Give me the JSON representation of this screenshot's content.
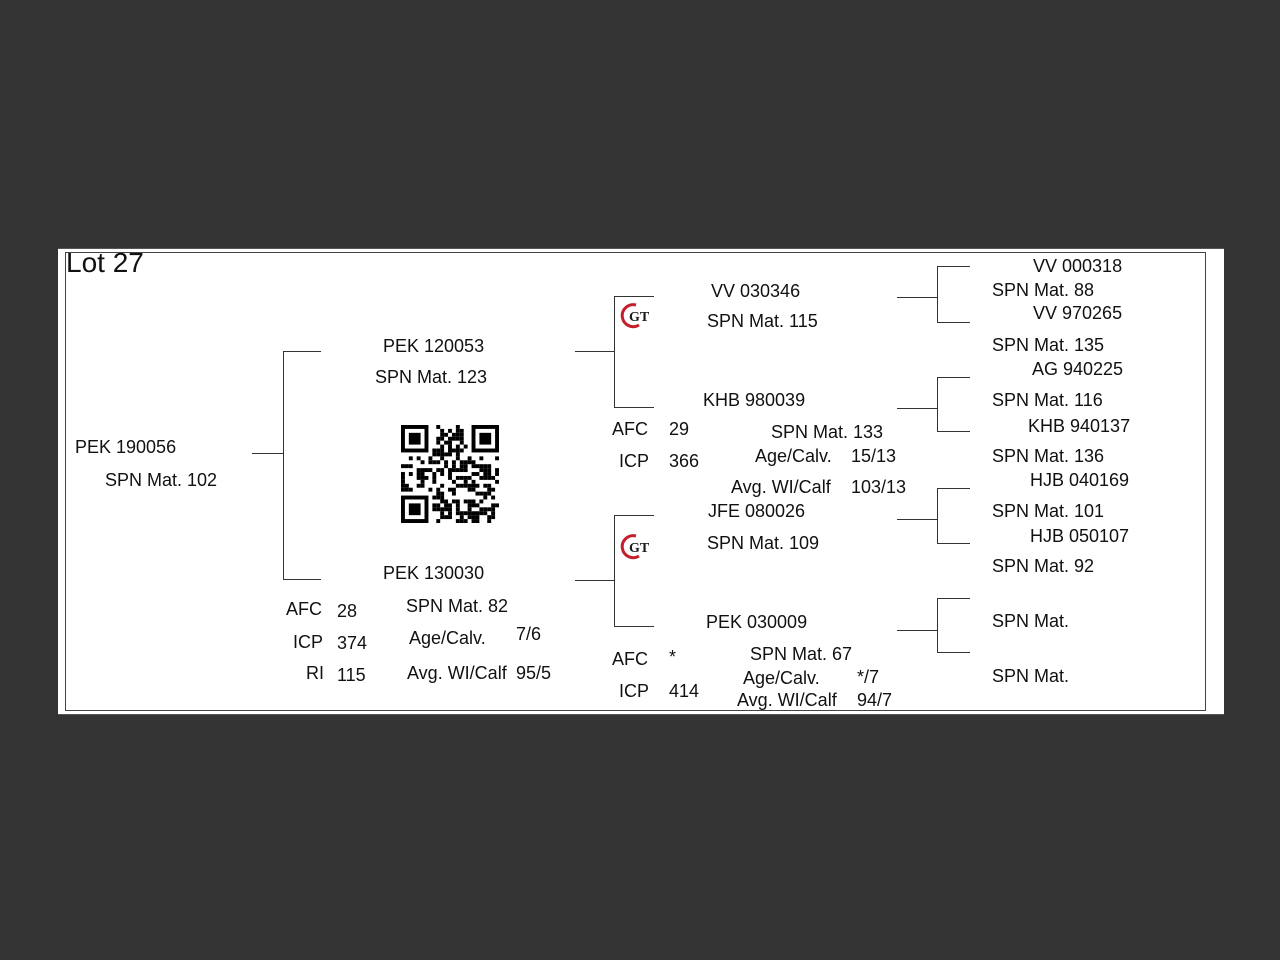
{
  "lot_title": "Lot 27",
  "subject": {
    "id": "PEK 190056",
    "spn": "SPN Mat. 102"
  },
  "sire": {
    "id": "PEK 120053",
    "spn": "SPN Mat. 123"
  },
  "dam": {
    "id": "PEK 130030",
    "spn": "SPN Mat. 82",
    "afc_label": "AFC",
    "afc": "28",
    "icp_label": "ICP",
    "icp": "374",
    "ri_label": "RI",
    "ri": "115",
    "age_calv_label": "Age/Calv.",
    "age_calv": "7/6",
    "avg_wi_label": "Avg. WI/Calf",
    "avg_wi": "95/5"
  },
  "sire_sire": {
    "id": "VV  030346",
    "spn": "SPN Mat. 115"
  },
  "sire_dam": {
    "id": "KHB 980039",
    "spn": "SPN Mat. 133",
    "afc_label": "AFC",
    "afc": "29",
    "icp_label": "ICP",
    "icp": "366",
    "age_calv_label": "Age/Calv.",
    "age_calv": "15/13",
    "avg_wi_label": "Avg. WI/Calf",
    "avg_wi": "103/13"
  },
  "dam_sire": {
    "id": "JFE 080026",
    "spn": "SPN Mat. 109"
  },
  "dam_dam": {
    "id": "PEK 030009",
    "spn": "SPN Mat. 67",
    "afc_label": "AFC",
    "afc": "*",
    "icp_label": "ICP",
    "icp": "414",
    "age_calv_label": "Age/Calv.",
    "age_calv": "*/7",
    "avg_wi_label": "Avg. WI/Calf",
    "avg_wi": "94/7"
  },
  "great_grandparents": [
    {
      "id": "VV  000318",
      "spn": "SPN Mat. 88"
    },
    {
      "id": "VV  970265",
      "spn": "SPN Mat. 135"
    },
    {
      "id": "AG  940225",
      "spn": "SPN Mat. 116"
    },
    {
      "id": "KHB 940137",
      "spn": "SPN Mat. 136"
    },
    {
      "id": "HJB 040169",
      "spn": "SPN Mat. 101"
    },
    {
      "id": "HJB 050107",
      "spn": "SPN Mat. 92"
    },
    {
      "id": "",
      "spn": "SPN Mat."
    },
    {
      "id": "",
      "spn": "SPN Mat."
    }
  ],
  "logo_text": "GT"
}
